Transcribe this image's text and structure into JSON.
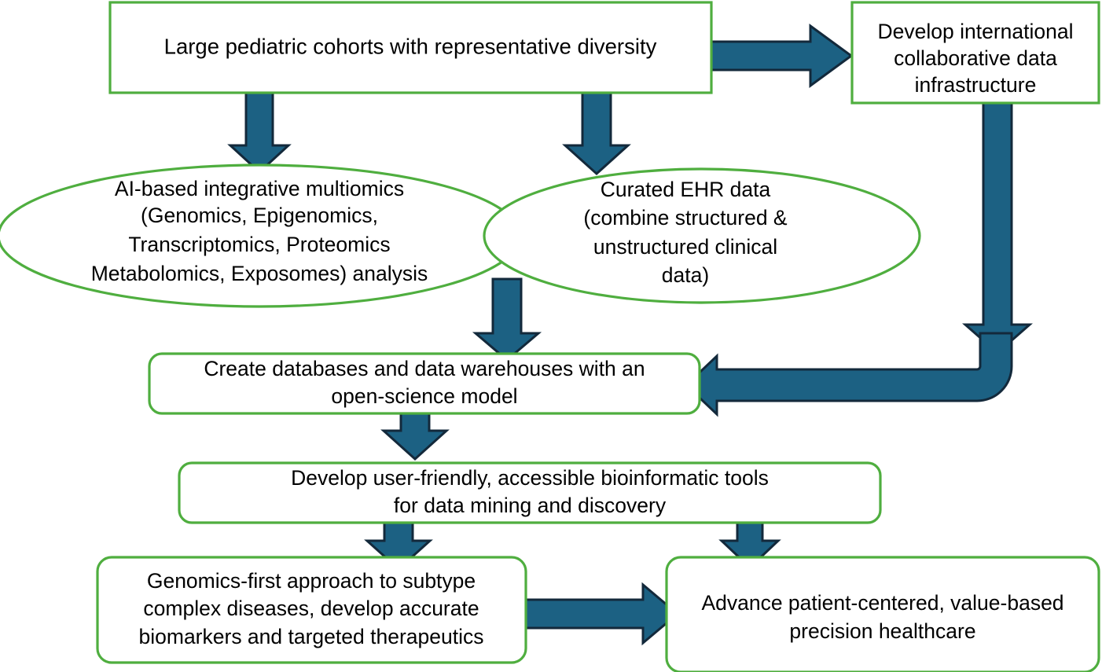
{
  "diagram": {
    "title": "Pediatric precision medicine data workflow",
    "colors": {
      "node_border_green": "#4FAE3F",
      "node_fill": "#ffffff",
      "arrow_fill": "#1C6183",
      "arrow_outline": "#13293B",
      "text": "#000000",
      "background": "#ffffff"
    },
    "nodes": [
      {
        "id": "cohorts",
        "shape": "rectangle",
        "lines": [
          "Large pediatric cohorts with representative diversity"
        ]
      },
      {
        "id": "infrastructure",
        "shape": "rectangle",
        "lines": [
          "Develop international",
          "collaborative data",
          "infrastructure"
        ]
      },
      {
        "id": "multiomics",
        "shape": "ellipse",
        "lines": [
          "AI-based integrative multiomics",
          "(Genomics, Epigenomics,",
          "Transcriptomics, Proteomics",
          "Metabolomics, Exposomes) analysis"
        ]
      },
      {
        "id": "ehr",
        "shape": "ellipse",
        "lines": [
          "Curated EHR data",
          "(combine structured &",
          "unstructured clinical",
          "data)"
        ]
      },
      {
        "id": "databases",
        "shape": "rounded-rectangle",
        "lines": [
          "Create databases and data warehouses with an",
          "open-science model"
        ]
      },
      {
        "id": "bioinformatic-tools",
        "shape": "rounded-rectangle",
        "lines": [
          "Develop user-friendly, accessible bioinformatic tools",
          "for data mining and discovery"
        ]
      },
      {
        "id": "genomics-first",
        "shape": "rounded-rectangle",
        "lines": [
          "Genomics-first approach to subtype",
          "complex diseases, develop accurate",
          "biomarkers  and targeted therapeutics"
        ]
      },
      {
        "id": "precision-healthcare",
        "shape": "rounded-rectangle",
        "lines": [
          "Advance patient-centered, value-based",
          "precision healthcare"
        ]
      }
    ],
    "connectors": [
      {
        "id": "cohorts-to-infrastructure",
        "from": "cohorts",
        "to": "infrastructure",
        "direction": "right"
      },
      {
        "id": "cohorts-to-multiomics",
        "from": "cohorts",
        "to": "multiomics",
        "direction": "down"
      },
      {
        "id": "cohorts-to-ehr",
        "from": "cohorts",
        "to": "ehr",
        "direction": "down"
      },
      {
        "id": "multiomics-to-databases",
        "from": "multiomics",
        "to": "databases",
        "direction": "down"
      },
      {
        "id": "infrastructure-down",
        "from": "infrastructure",
        "to": "elbow",
        "direction": "down"
      },
      {
        "id": "elbow-to-databases",
        "from": "elbow",
        "to": "databases",
        "direction": "down-left"
      },
      {
        "id": "databases-to-tools",
        "from": "databases",
        "to": "bioinformatic-tools",
        "direction": "down"
      },
      {
        "id": "tools-to-genomics-first",
        "from": "bioinformatic-tools",
        "to": "genomics-first",
        "direction": "down"
      },
      {
        "id": "tools-to-precision-healthcare",
        "from": "bioinformatic-tools",
        "to": "precision-healthcare",
        "direction": "down"
      },
      {
        "id": "genomics-first-to-precision-healthcare",
        "from": "genomics-first",
        "to": "precision-healthcare",
        "direction": "right"
      }
    ]
  }
}
